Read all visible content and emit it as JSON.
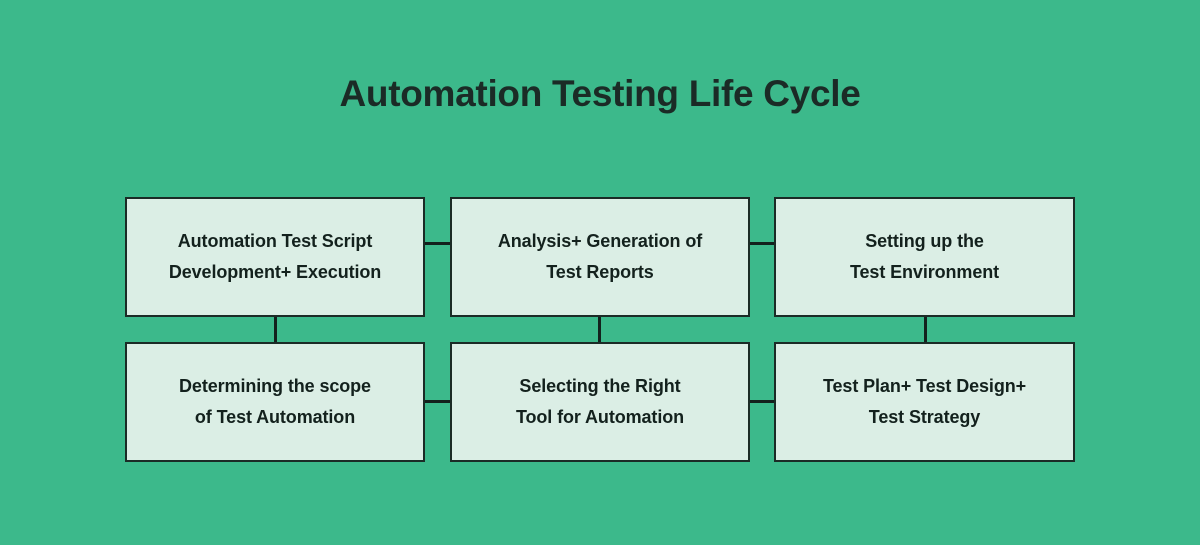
{
  "page": {
    "title": "Automation Testing Life Cycle",
    "background_color": "#3cb98b",
    "box_fill_color": "#dbeee5",
    "box_border_color": "#1b2b26",
    "text_color": "#13211d"
  },
  "diagram": {
    "type": "flowchart",
    "rows": 2,
    "columns": 3,
    "boxes": [
      {
        "id": "automation-test-script",
        "row": 1,
        "column": 1,
        "text": "Automation Test Script\nDevelopment+ Execution"
      },
      {
        "id": "analysis-generation-test-reports",
        "row": 1,
        "column": 2,
        "text": "Analysis+ Generation of\nTest Reports"
      },
      {
        "id": "setting-up-test-environment",
        "row": 1,
        "column": 3,
        "text": "Setting up the\nTest Environment"
      },
      {
        "id": "determining-scope-of-test-automation",
        "row": 2,
        "column": 1,
        "text": "Determining the scope\nof Test Automation"
      },
      {
        "id": "selecting-right-tool-for-automation",
        "row": 2,
        "column": 2,
        "text": "Selecting the Right\nTool for Automation"
      },
      {
        "id": "test-plan-design-strategy",
        "row": 2,
        "column": 3,
        "text": "Test Plan+ Test Design+\nTest Strategy"
      }
    ],
    "connectors": [
      {
        "id": "row1-col1-to-col2",
        "orientation": "horizontal"
      },
      {
        "id": "row1-col2-to-col3",
        "orientation": "horizontal"
      },
      {
        "id": "row2-col1-to-col2",
        "orientation": "horizontal"
      },
      {
        "id": "row2-col2-to-col3",
        "orientation": "horizontal"
      },
      {
        "id": "col1-row1-to-row2",
        "orientation": "vertical"
      },
      {
        "id": "col2-row1-to-row2",
        "orientation": "vertical"
      },
      {
        "id": "col3-row1-to-row2",
        "orientation": "vertical"
      }
    ]
  }
}
